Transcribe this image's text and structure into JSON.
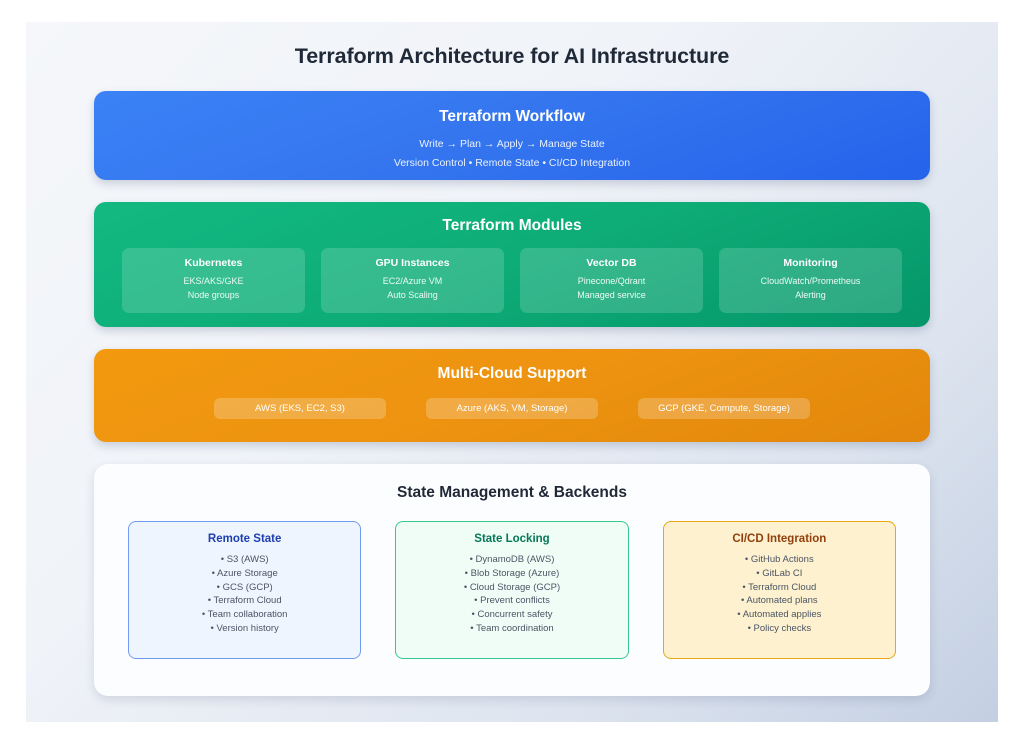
{
  "page": {
    "title": "Terraform Architecture for AI Infrastructure"
  },
  "workflow": {
    "title": "Terraform Workflow",
    "line1": "Write → Plan → Apply → Manage State",
    "line2": "Version Control • Remote State • CI/CD Integration",
    "color": "#2563eb"
  },
  "modules": {
    "title": "Terraform Modules",
    "color": "#059669",
    "items": [
      {
        "name": "Kubernetes",
        "sub1": "EKS/AKS/GKE",
        "sub2": "Node groups"
      },
      {
        "name": "GPU Instances",
        "sub1": "EC2/Azure VM",
        "sub2": "Auto Scaling"
      },
      {
        "name": "Vector DB",
        "sub1": "Pinecone/Qdrant",
        "sub2": "Managed service"
      },
      {
        "name": "Monitoring",
        "sub1": "CloudWatch/Prometheus",
        "sub2": "Alerting"
      }
    ]
  },
  "clouds": {
    "title": "Multi-Cloud Support",
    "color": "#e8890a",
    "items": [
      {
        "label": "AWS (EKS, EC2, S3)"
      },
      {
        "label": "Azure (AKS, VM, Storage)"
      },
      {
        "label": "GCP (GKE, Compute, Storage)"
      }
    ]
  },
  "state": {
    "title": "State Management & Backends",
    "cards": [
      {
        "title": "Remote State",
        "accent": "#1e40af",
        "items": [
          "• S3 (AWS)",
          "• Azure Storage",
          "• GCS (GCP)",
          "• Terraform Cloud",
          "• Team collaboration",
          "• Version history"
        ]
      },
      {
        "title": "State Locking",
        "accent": "#047857",
        "items": [
          "• DynamoDB (AWS)",
          "• Blob Storage (Azure)",
          "• Cloud Storage (GCP)",
          "• Prevent conflicts",
          "• Concurrent safety",
          "• Team coordination"
        ]
      },
      {
        "title": "CI/CD Integration",
        "accent": "#92400e",
        "items": [
          "• GitHub Actions",
          "• GitLab CI",
          "• Terraform Cloud",
          "• Automated plans",
          "• Automated applies",
          "• Policy checks"
        ]
      }
    ]
  }
}
